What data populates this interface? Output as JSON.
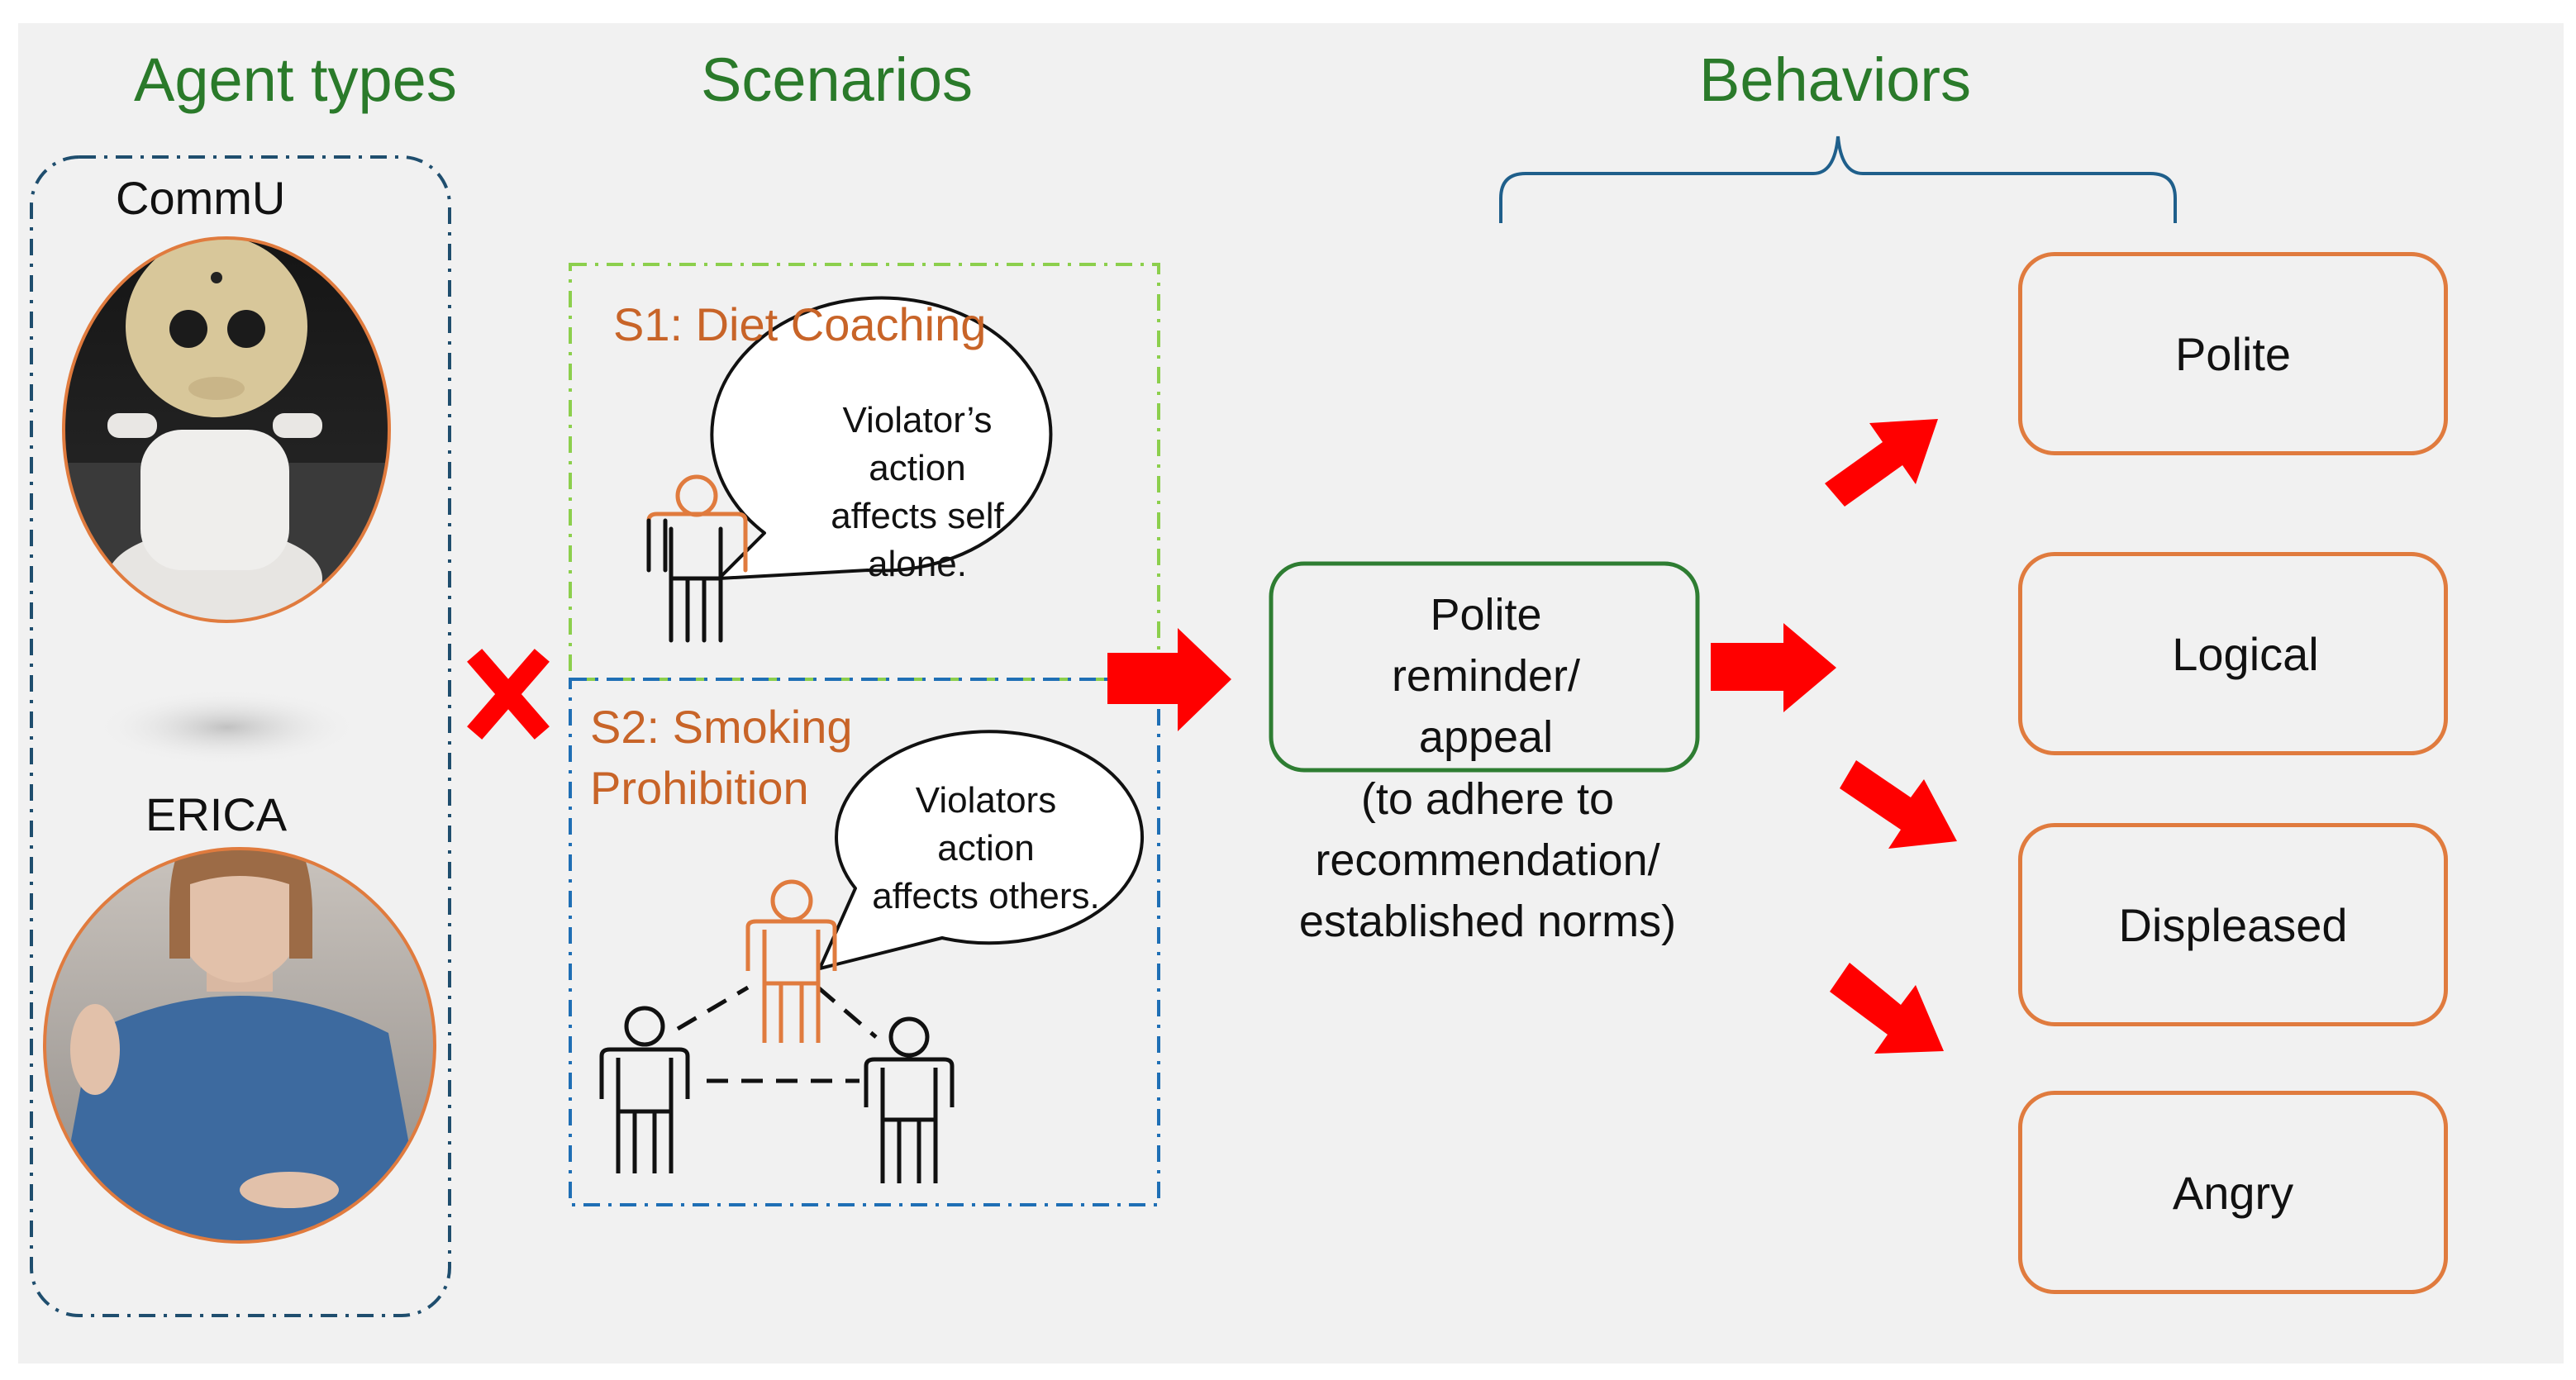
{
  "headings": {
    "agent_types": "Agent types",
    "scenarios": "Scenarios",
    "behaviors": "Behaviors"
  },
  "agents": [
    {
      "name": "CommU",
      "image": "robot-photo"
    },
    {
      "name": "ERICA",
      "image": "android-photo"
    }
  ],
  "operator_symbol": "cross",
  "scenarios": [
    {
      "title_lines": [
        "S1: Diet Coaching"
      ],
      "bubble_lines": [
        "Violator’s",
        "action",
        "affects self",
        "alone."
      ]
    },
    {
      "title_lines": [
        "S2: Smoking",
        "Prohibition"
      ],
      "bubble_lines": [
        "Violators",
        "action",
        "affects others."
      ]
    }
  ],
  "center": {
    "box_lines": [
      "Polite",
      "reminder/",
      "appeal"
    ],
    "caption_lines": [
      "(to adhere to",
      "recommendation/",
      "established norms)"
    ]
  },
  "behaviors": [
    "Polite",
    "Logical",
    "Displeased",
    "Angry"
  ],
  "colors": {
    "heading": "#2a7a2a",
    "scenario_title": "#c86428",
    "arrow": "#ff0000",
    "behavior_border": "#e07b3e",
    "center_border": "#2e7d32",
    "s1_border": "#8ccf4d",
    "s2_border": "#1f6fb5",
    "agents_border": "#1f4e6e",
    "brace": "#1f5f8b"
  }
}
